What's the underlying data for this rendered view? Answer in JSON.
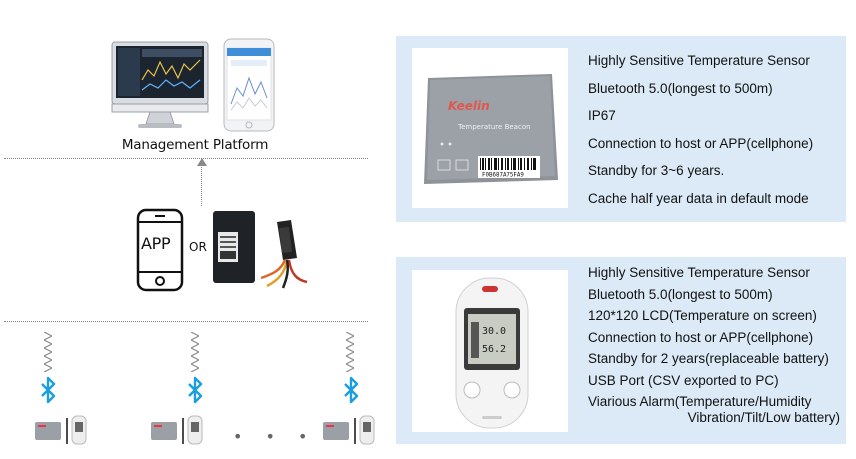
{
  "diagram": {
    "management_label": "Management Platform",
    "app_label": "APP",
    "or_label": "OR",
    "ellipsis": "• • •"
  },
  "panel_1": {
    "device_brand": "Keelin",
    "device_subtitle": "Temperature Beacon",
    "device_id": "F0B687A75FA9",
    "features": [
      "Highly Sensitive Temperature Sensor",
      "Bluetooth 5.0(longest to 500m)",
      "IP67",
      "Connection to host or APP(cellphone)",
      "Standby for 3~6 years.",
      "Cache half year data in default mode"
    ]
  },
  "panel_2": {
    "lcd_line_1": "30.0",
    "lcd_line_2": "56.2",
    "features": [
      "Highly Sensitive Temperature Sensor",
      "Bluetooth 5.0(longest to 500m)",
      "120*120 LCD(Temperature on screen)",
      "Connection to host or APP(cellphone)",
      "Standby for 2 years(replaceable battery)",
      "USB Port (CSV exported to PC)",
      "Viarious Alarm(Temperature/Humidity",
      "Vibration/Tilt/Low battery)"
    ]
  },
  "colors": {
    "panel_bg": "#dbeaf6",
    "bluetooth": "#1a9ee0",
    "dotted_line": "#888888"
  }
}
